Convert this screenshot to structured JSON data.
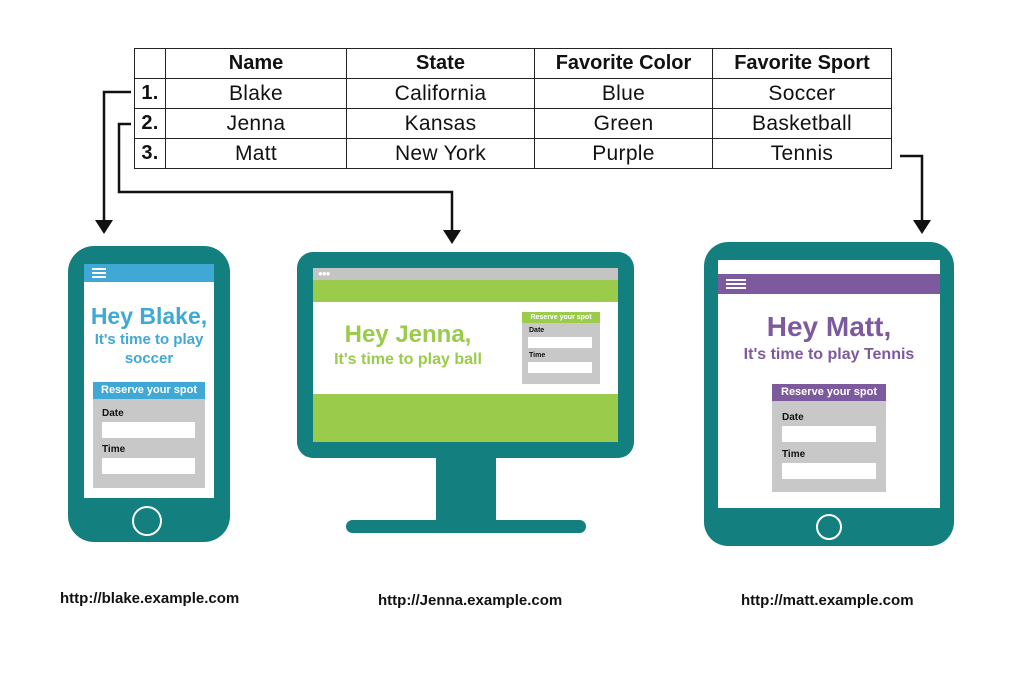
{
  "table": {
    "headers": [
      "",
      "Name",
      "State",
      "Favorite Color",
      "Favorite Sport"
    ],
    "rows": [
      {
        "num": "1.",
        "name": "Blake",
        "state": "California",
        "color": "Blue",
        "sport": "Soccer"
      },
      {
        "num": "2.",
        "name": "Jenna",
        "state": "Kansas",
        "color": "Green",
        "sport": "Basketball"
      },
      {
        "num": "3.",
        "name": "Matt",
        "state": "New York",
        "color": "Purple",
        "sport": "Tennis"
      }
    ]
  },
  "devices": {
    "phone": {
      "greeting": "Hey Blake,",
      "message_line1": "It's time to play",
      "message_line2": "soccer",
      "form_title": "Reserve your spot",
      "date_label": "Date",
      "time_label": "Time",
      "url": "http://blake.example.com",
      "accent": "#3fa8d4"
    },
    "desktop": {
      "greeting": "Hey Jenna,",
      "message": "It's time to play ball",
      "form_title": "Reserve your spot",
      "date_label": "Date",
      "time_label": "Time",
      "url": "http://Jenna.example.com",
      "accent": "#9bcb4b"
    },
    "tablet": {
      "greeting": "Hey Matt,",
      "message": "It's time to play Tennis",
      "form_title": "Reserve your spot",
      "date_label": "Date",
      "time_label": "Time",
      "url": "http://matt.example.com",
      "accent": "#7d5a9e"
    }
  },
  "colors": {
    "device_frame": "#147f7f",
    "form_bg": "#c8c8c8",
    "browser_bar": "#c4c4c4"
  }
}
